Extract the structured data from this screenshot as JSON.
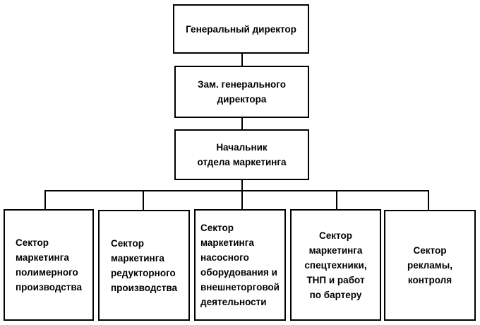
{
  "diagram": {
    "nodes": {
      "director": "Генеральный директор",
      "deputy": "Зам.  генерального\nдиректора",
      "head": "Начальник\nотдела маркетинга",
      "sector_polymer": "Сектор\nмаркетинга\nполимерного\nпроизводства",
      "sector_reducer": "Сектор\nмаркетинга\nредукторного\nпроизводства",
      "sector_pump": "Сектор\nмаркетинга\nнасосного\nоборудования и\nвнешнеторговой\nдеятельности",
      "sector_special": "Сектор\nмаркетинга\nспецтехники,\nТНП и работ\nпо бартеру",
      "sector_ads": "Сектор\nрекламы,\nконтроля"
    }
  }
}
